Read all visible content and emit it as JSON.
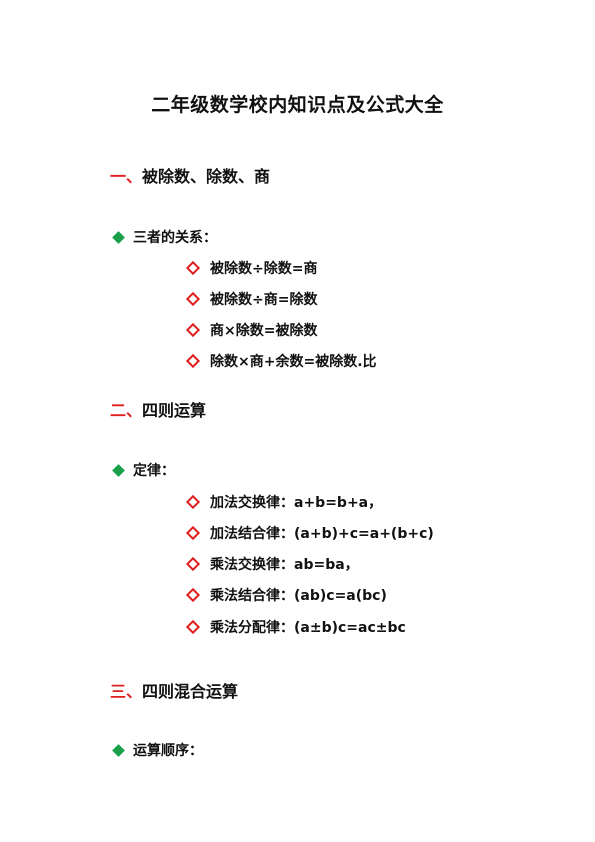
{
  "title": "二年级数学校内知识点及公式大全",
  "accent_color": "#e02020",
  "bullet_green": "#1aa04a",
  "sections": [
    {
      "num": "一、",
      "label": "被除数、除数、商",
      "subsections": [
        {
          "label": "三者的关系：",
          "items": [
            "被除数÷除数=商",
            "被除数÷商=除数",
            "商×除数=被除数",
            "除数×商+余数=被除数.比"
          ]
        }
      ]
    },
    {
      "num": "二、",
      "label": "四则运算",
      "subsections": [
        {
          "label": "定律：",
          "items": [
            "加法交换律：a+b=b+a，",
            "加法结合律：(a+b)+c=a+(b+c)",
            "乘法交换律：ab=ba，",
            "乘法结合律：(ab)c=a(bc)",
            "乘法分配律：(a±b)c=ac±bc"
          ]
        }
      ]
    },
    {
      "num": "三、",
      "label": "四则混合运算",
      "subsections": [
        {
          "label": "运算顺序：",
          "items": []
        }
      ]
    }
  ]
}
